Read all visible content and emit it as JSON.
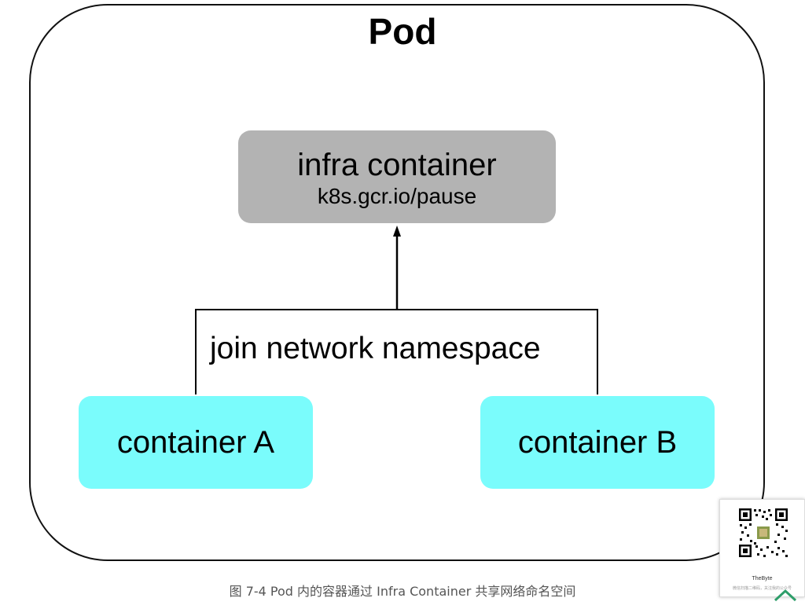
{
  "diagram": {
    "pod_label": "Pod",
    "infra_container": {
      "title": "infra container",
      "image": "k8s.gcr.io/pause"
    },
    "join_label": "join network namespace",
    "containers": [
      {
        "label": "container A"
      },
      {
        "label": "container B"
      }
    ],
    "caption": "图 7-4 Pod 内的容器通过 Infra Container 共享网络命名空间"
  },
  "qr_widget": {
    "name": "TheByte",
    "hint": "微信扫描二维码，关注我的公众号",
    "icon": "qr-code-icon"
  },
  "scroll_top": {
    "icon": "chevron-up-icon"
  },
  "colors": {
    "infra_fill": "#b3b3b3",
    "container_fill": "#7afcfc",
    "arrow_accent": "#2e9e6a"
  }
}
